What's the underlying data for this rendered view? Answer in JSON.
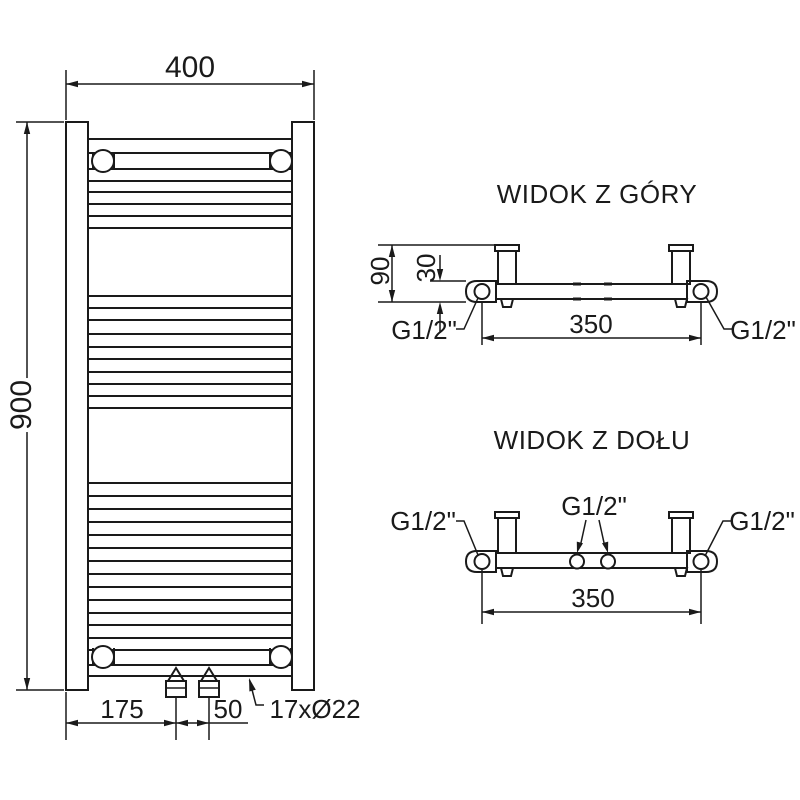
{
  "front": {
    "dim_width": "400",
    "dim_height": "900",
    "dim_left_to_valve": "175",
    "dim_valve_spacing": "50",
    "tubes_label": "17xØ22"
  },
  "top_view": {
    "title": "WIDOK Z GÓRY",
    "dim_depth": "90",
    "dim_collector": "30",
    "dim_axis_spacing": "350",
    "left_connection": "G1/2\"",
    "right_connection": "G1/2\""
  },
  "bottom_view": {
    "title": "WIDOK Z DOŁU",
    "dim_axis_spacing": "350",
    "left_connection": "G1/2\"",
    "center_connections": "G1/2\"",
    "right_connection": "G1/2\""
  },
  "colors": {
    "line": "#1a1a1a",
    "background": "#ffffff"
  }
}
